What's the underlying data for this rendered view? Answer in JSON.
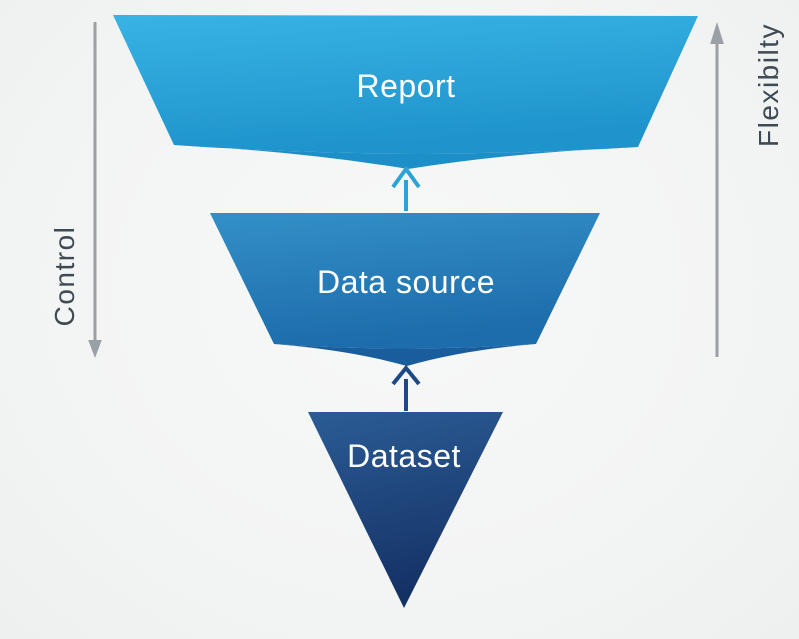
{
  "diagram": {
    "type": "inverted-funnel",
    "levels": [
      {
        "label": "Report"
      },
      {
        "label": "Data source"
      },
      {
        "label": "Dataset"
      }
    ],
    "left_axis": {
      "label": "Control",
      "arrow_direction": "down"
    },
    "right_axis": {
      "label": "Flexibilty",
      "arrow_direction": "up"
    },
    "colors": {
      "report_top": "#38b3e4",
      "report_bottom": "#1e93cc",
      "report_fold": "#1d8fc8",
      "datasource_top": "#3390c7",
      "datasource_bottom": "#1d6cab",
      "datasource_fold": "#1a5d9c",
      "dataset_top": "#2b5c95",
      "dataset_bottom": "#143164",
      "arrow_upper": "#2da2d5",
      "arrow_lower": "#1d4a85",
      "axis_arrow": "#9aa0a6",
      "axis_text": "#3e4a54",
      "level_text": "#ffffff",
      "background": "#f4f5f5"
    }
  }
}
